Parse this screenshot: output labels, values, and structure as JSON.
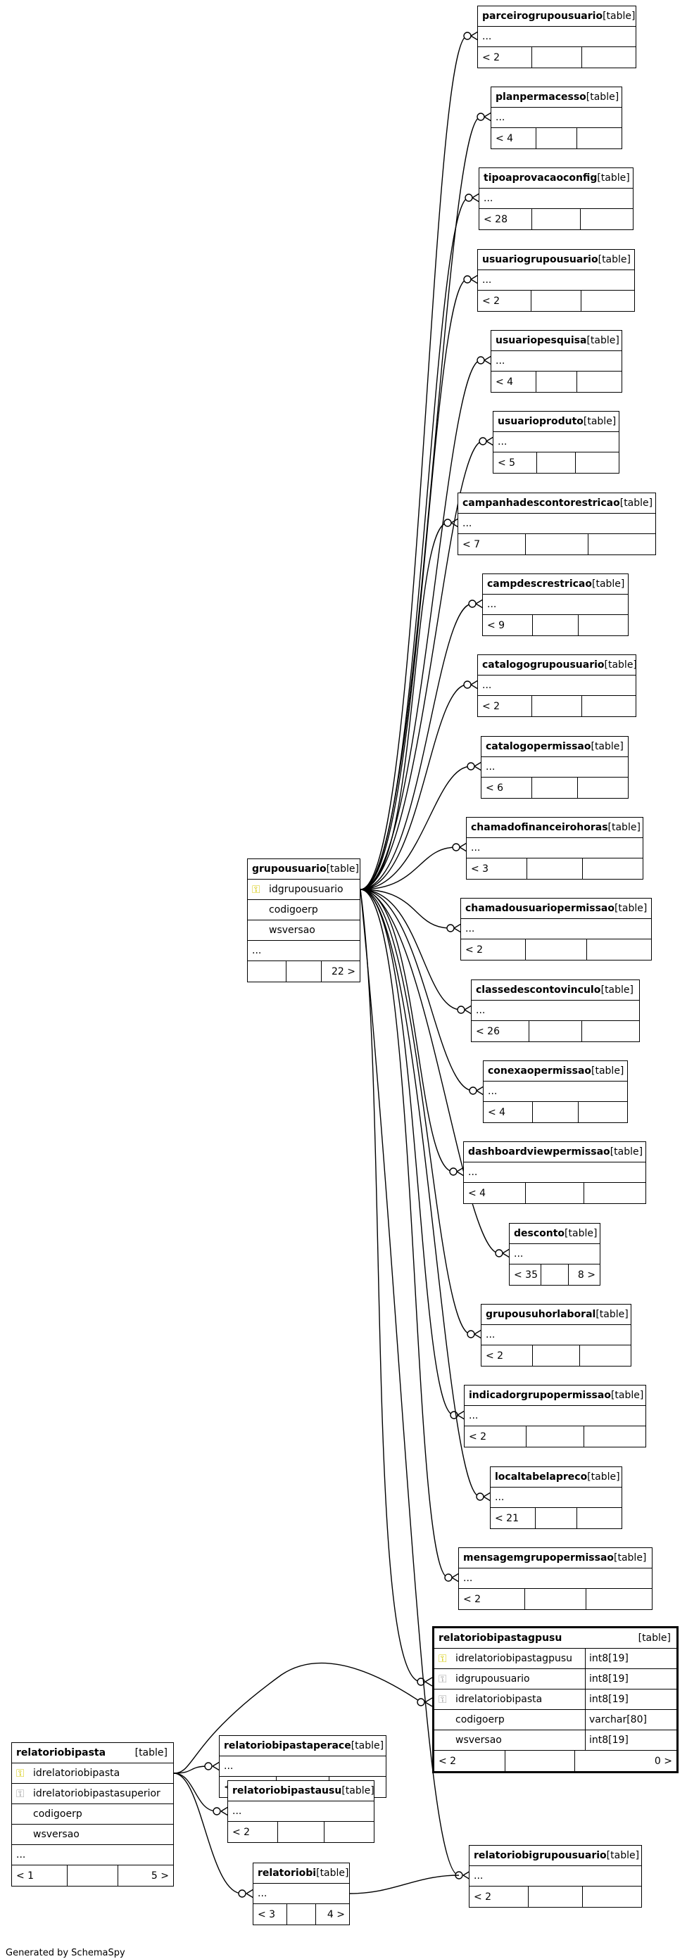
{
  "tables": {
    "parceirogrupousuario": {
      "name": "parceirogrupousuario",
      "kind": "[table]",
      "ellipsis": "...",
      "parents": "< 2",
      "children": ""
    },
    "planpermacesso": {
      "name": "planpermacesso",
      "kind": "[table]",
      "ellipsis": "...",
      "parents": "< 4",
      "children": ""
    },
    "tipoaprovacaoconfig": {
      "name": "tipoaprovacaoconfig",
      "kind": "[table]",
      "ellipsis": "...",
      "parents": "< 28",
      "children": ""
    },
    "usuariogrupousuario": {
      "name": "usuariogrupousuario",
      "kind": "[table]",
      "ellipsis": "...",
      "parents": "< 2",
      "children": ""
    },
    "usuariopesquisa": {
      "name": "usuariopesquisa",
      "kind": "[table]",
      "ellipsis": "...",
      "parents": "< 4",
      "children": ""
    },
    "usuarioproduto": {
      "name": "usuarioproduto",
      "kind": "[table]",
      "ellipsis": "...",
      "parents": "< 5",
      "children": ""
    },
    "campanhadescontorestricao": {
      "name": "campanhadescontorestricao",
      "kind": "[table]",
      "ellipsis": "...",
      "parents": "< 7",
      "children": ""
    },
    "campdescrestricao": {
      "name": "campdescrestricao",
      "kind": "[table]",
      "ellipsis": "...",
      "parents": "< 9",
      "children": ""
    },
    "catalogogrupousuario": {
      "name": "catalogogrupousuario",
      "kind": "[table]",
      "ellipsis": "...",
      "parents": "< 2",
      "children": ""
    },
    "catalogopermissao": {
      "name": "catalogopermissao",
      "kind": "[table]",
      "ellipsis": "...",
      "parents": "< 6",
      "children": ""
    },
    "chamadofinanceirohoras": {
      "name": "chamadofinanceirohoras",
      "kind": "[table]",
      "ellipsis": "...",
      "parents": "< 3",
      "children": ""
    },
    "chamadousuariopermissao": {
      "name": "chamadousuariopermissao",
      "kind": "[table]",
      "ellipsis": "...",
      "parents": "< 2",
      "children": ""
    },
    "classedescontovinculo": {
      "name": "classedescontovinculo",
      "kind": "[table]",
      "ellipsis": "...",
      "parents": "< 26",
      "children": ""
    },
    "conexaopermissao": {
      "name": "conexaopermissao",
      "kind": "[table]",
      "ellipsis": "...",
      "parents": "< 4",
      "children": ""
    },
    "dashboardviewpermissao": {
      "name": "dashboardviewpermissao",
      "kind": "[table]",
      "ellipsis": "...",
      "parents": "< 4",
      "children": ""
    },
    "desconto": {
      "name": "desconto",
      "kind": "[table]",
      "ellipsis": "...",
      "parents": "< 35",
      "children": "8 >"
    },
    "grupousuhorlaboral": {
      "name": "grupousuhorlaboral",
      "kind": "[table]",
      "ellipsis": "...",
      "parents": "< 2",
      "children": ""
    },
    "indicadorgrupopermissao": {
      "name": "indicadorgrupopermissao",
      "kind": "[table]",
      "ellipsis": "...",
      "parents": "< 2",
      "children": ""
    },
    "localtabelapreco": {
      "name": "localtabelapreco",
      "kind": "[table]",
      "ellipsis": "...",
      "parents": "< 21",
      "children": ""
    },
    "mensagemgrupopermissao": {
      "name": "mensagemgrupopermissao",
      "kind": "[table]",
      "ellipsis": "...",
      "parents": "< 2",
      "children": ""
    },
    "relatoriobigrupousuario": {
      "name": "relatoriobigrupousuario",
      "kind": "[table]",
      "ellipsis": "...",
      "parents": "< 2",
      "children": ""
    },
    "relatoriobipastaperace": {
      "name": "relatoriobipastaperace",
      "kind": "[table]",
      "ellipsis": "...",
      "parents": "< 2",
      "children": ""
    },
    "relatoriobipastausu": {
      "name": "relatoriobipastausu",
      "kind": "[table]",
      "ellipsis": "...",
      "parents": "< 2",
      "children": ""
    },
    "relatoriobi": {
      "name": "relatoriobi",
      "kind": "[table]",
      "ellipsis": "...",
      "parents": "< 3",
      "children": "4 >"
    }
  },
  "grupousuario": {
    "name": "grupousuario",
    "kind": "[table]",
    "columns": [
      "idgrupousuario",
      "codigoerp",
      "wsversao"
    ],
    "ellipsis": "...",
    "parents": "",
    "children": "22 >"
  },
  "relatoriobipasta": {
    "name": "relatoriobipasta",
    "kind": "[table]",
    "columns": [
      "idrelatoriobipasta",
      "idrelatoriobipastasuperior",
      "codigoerp",
      "wsversao"
    ],
    "ellipsis": "...",
    "parents": "< 1",
    "children": "5 >"
  },
  "relatoriobipastagpusu": {
    "name": "relatoriobipastagpusu",
    "kind": "[table]",
    "columns": [
      {
        "name": "idrelatoriobipastagpusu",
        "type": "int8[19]"
      },
      {
        "name": "idgrupousuario",
        "type": "int8[19]"
      },
      {
        "name": "idrelatoriobipasta",
        "type": "int8[19]"
      },
      {
        "name": "codigoerp",
        "type": "varchar[80]"
      },
      {
        "name": "wsversao",
        "type": "int8[19]"
      }
    ],
    "parents": "< 2",
    "children": "0 >"
  },
  "footer": "Generated by SchemaSpy"
}
